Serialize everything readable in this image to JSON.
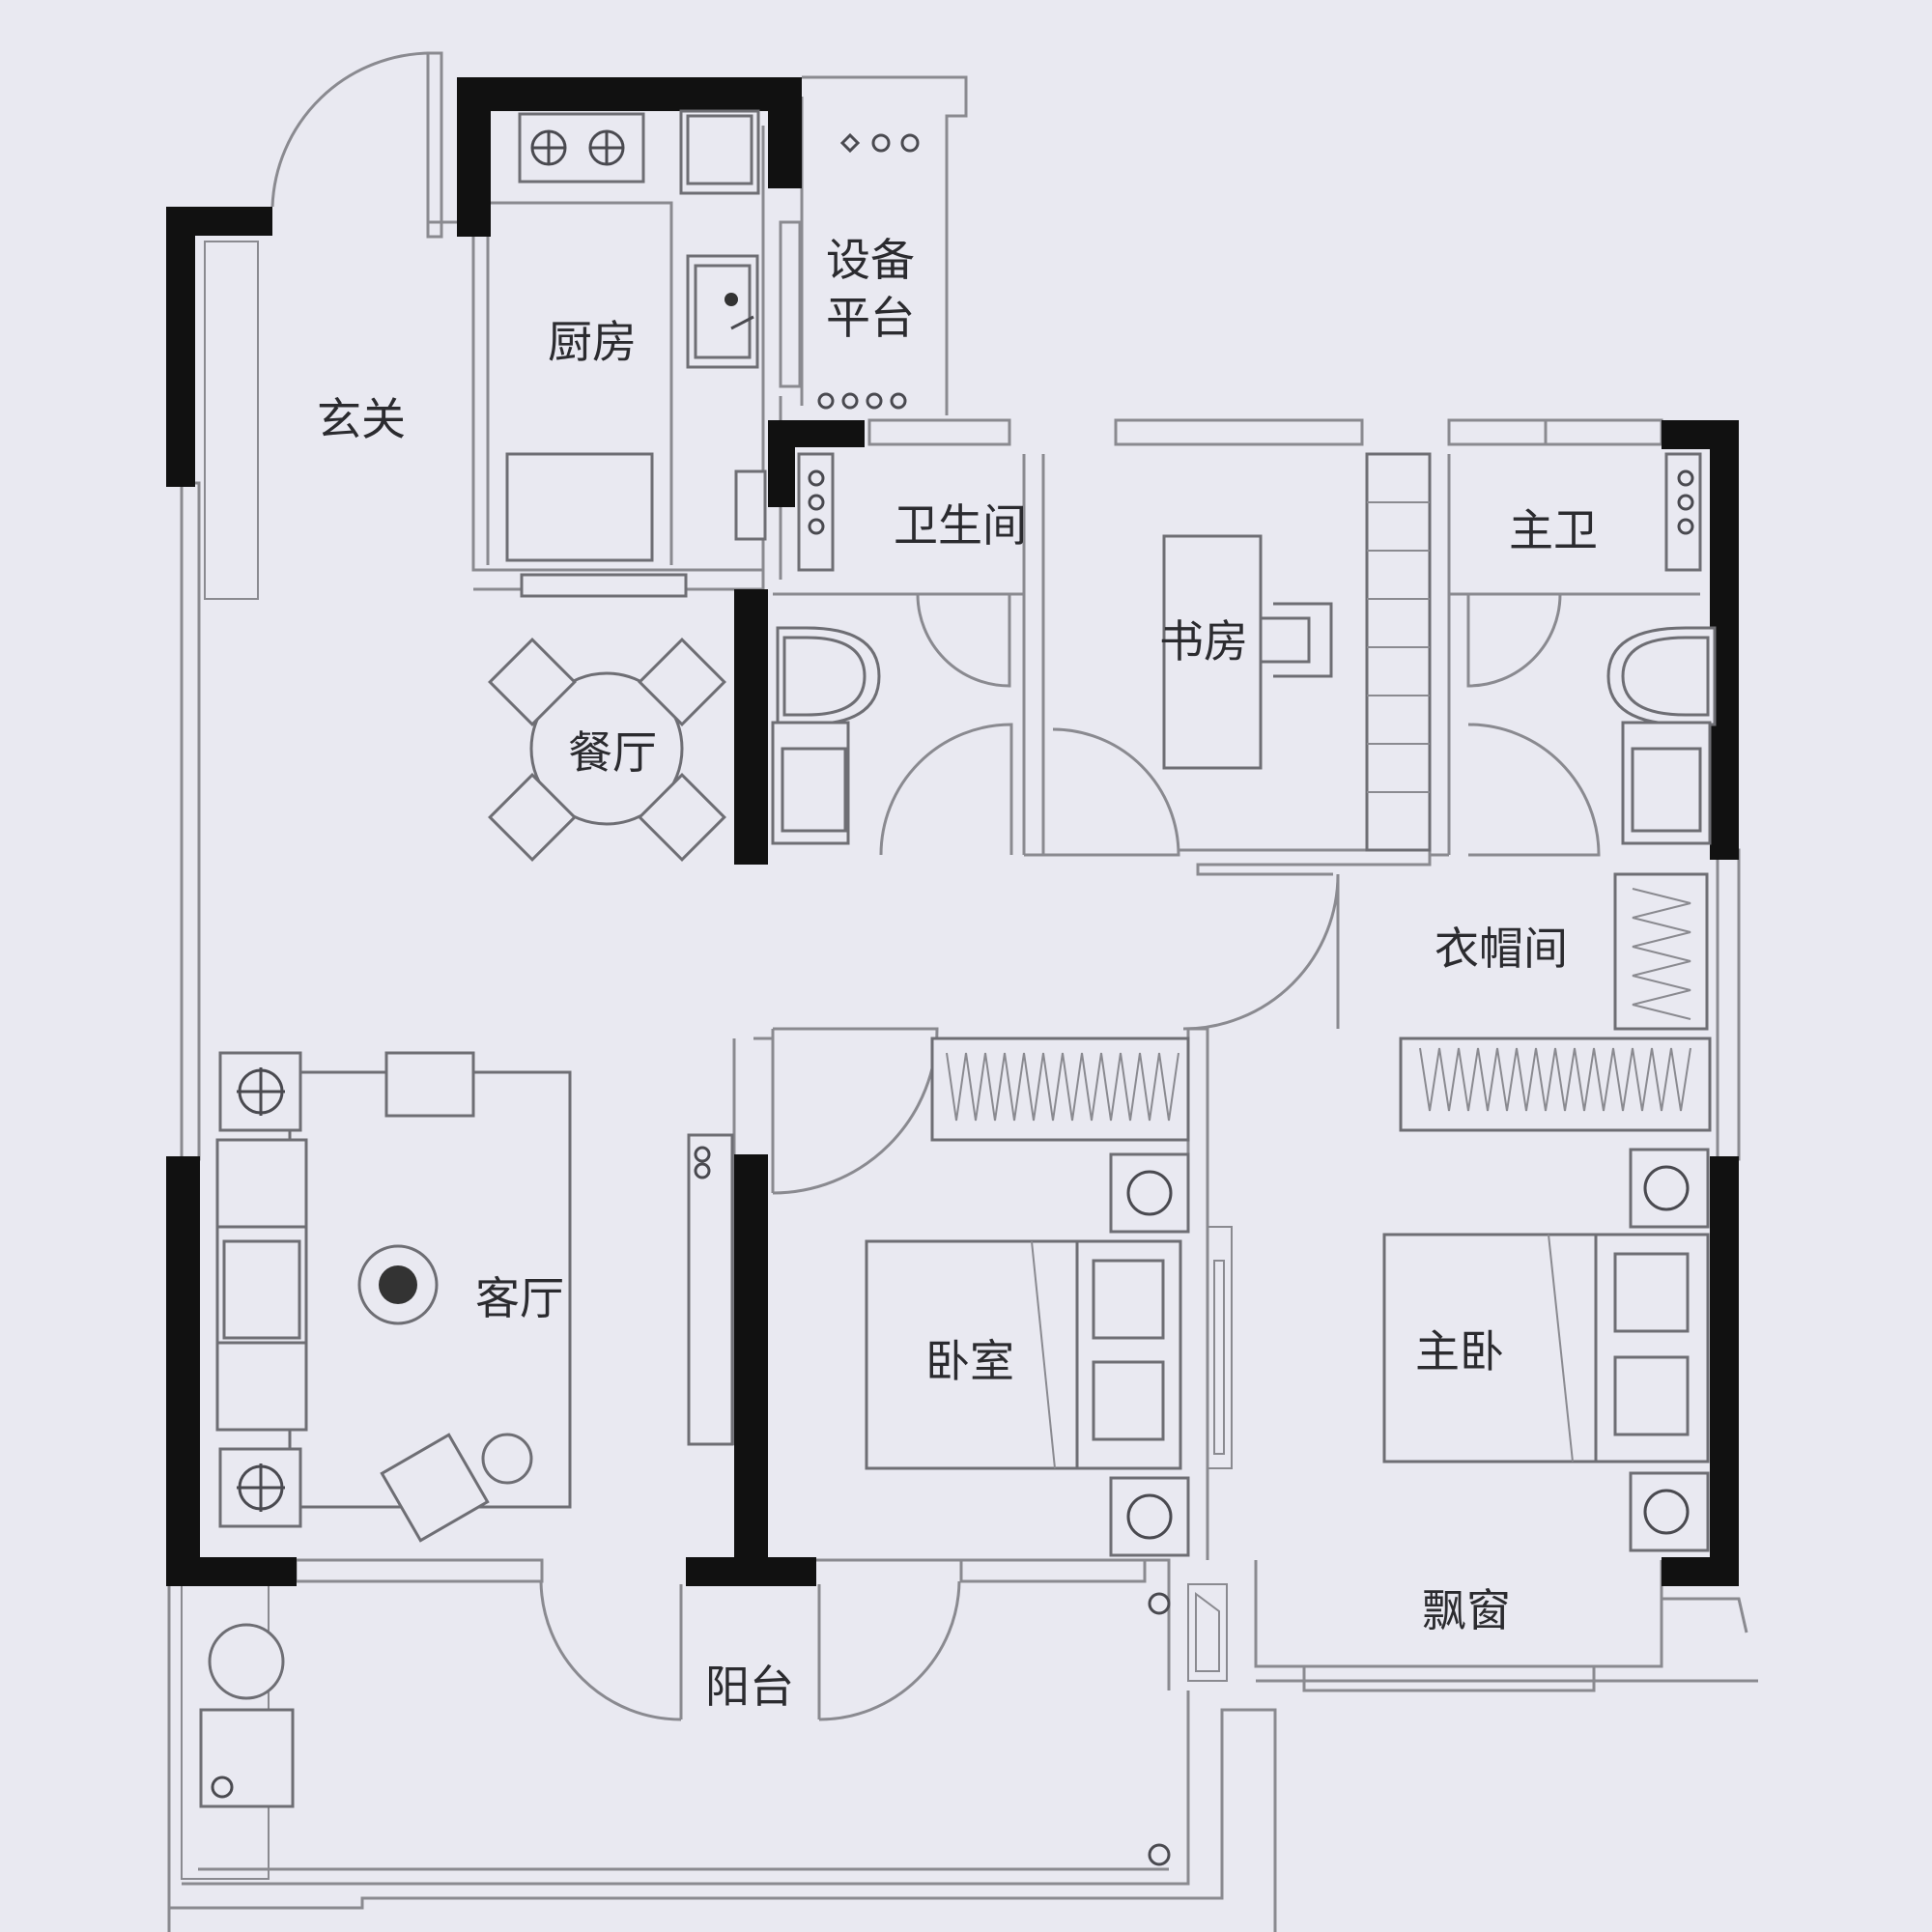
{
  "rooms": {
    "entrance": "玄关",
    "kitchen": "厨房",
    "equipment_platform_line1": "设备",
    "equipment_platform_line2": "平台",
    "bathroom": "卫生间",
    "study": "书房",
    "master_bathroom": "主卫",
    "dining_room": "餐厅",
    "cloakroom": "衣帽间",
    "living_room": "客厅",
    "bedroom": "卧室",
    "master_bedroom": "主卧",
    "bay_window": "飘窗",
    "balcony": "阳台"
  },
  "colors": {
    "background": "#e9e9f1",
    "wall": "#111111",
    "line": "#8a8a90",
    "text": "#2b2b2f"
  }
}
